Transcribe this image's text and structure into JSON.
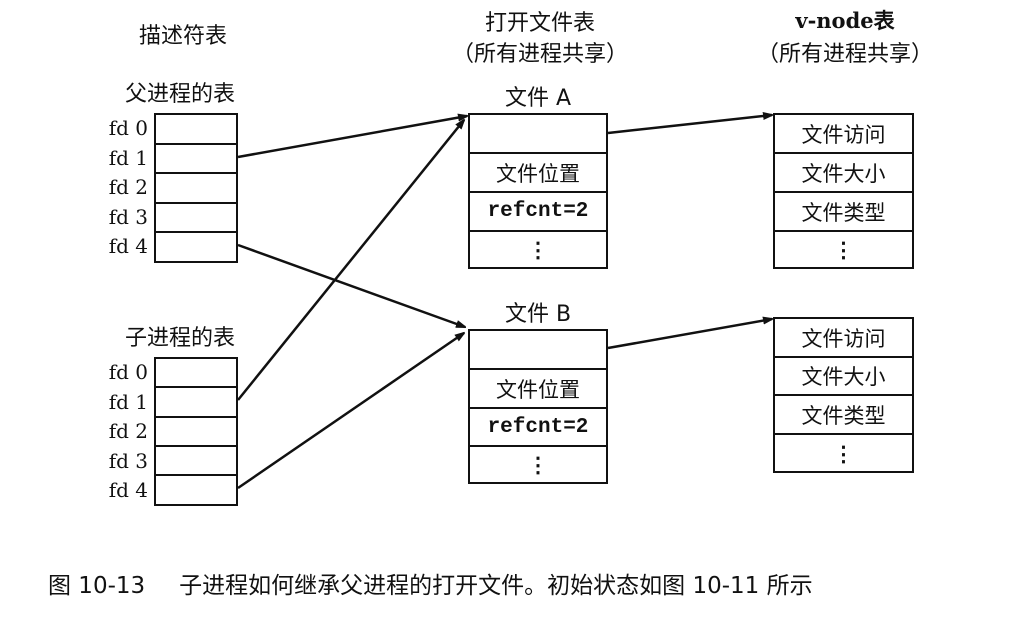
{
  "headers": {
    "descriptor_table": "描述符表",
    "open_file_table_line1": "打开文件表",
    "open_file_table_line2": "（所有进程共享）",
    "vnode_table_line1": "v-node表",
    "vnode_table_line2": "（所有进程共享）"
  },
  "parent_table": {
    "title": "父进程的表",
    "fds": [
      "fd 0",
      "fd 1",
      "fd 2",
      "fd 3",
      "fd 4"
    ]
  },
  "child_table": {
    "title": "子进程的表",
    "fds": [
      "fd 0",
      "fd 1",
      "fd 2",
      "fd 3",
      "fd 4"
    ]
  },
  "open_files": [
    {
      "title": "文件 A",
      "rows": [
        "",
        "文件位置",
        "refcnt=2",
        "⋮"
      ]
    },
    {
      "title": "文件 B",
      "rows": [
        "",
        "文件位置",
        "refcnt=2",
        "⋮"
      ]
    }
  ],
  "vnodes": [
    {
      "rows": [
        "文件访问",
        "文件大小",
        "文件类型",
        "⋮"
      ]
    },
    {
      "rows": [
        "文件访问",
        "文件大小",
        "文件类型",
        "⋮"
      ]
    }
  ],
  "connections": [
    {
      "from": "parent fd 1",
      "to": "文件 A"
    },
    {
      "from": "parent fd 4",
      "to": "文件 B"
    },
    {
      "from": "child fd 1",
      "to": "文件 A"
    },
    {
      "from": "child fd 4",
      "to": "文件 B"
    },
    {
      "from": "文件 A",
      "to": "v-node A"
    },
    {
      "from": "文件 B",
      "to": "v-node B"
    }
  ],
  "caption": {
    "figure_number": "图 10-13",
    "text": "子进程如何继承父进程的打开文件。初始状态如图 10-11 所示"
  }
}
